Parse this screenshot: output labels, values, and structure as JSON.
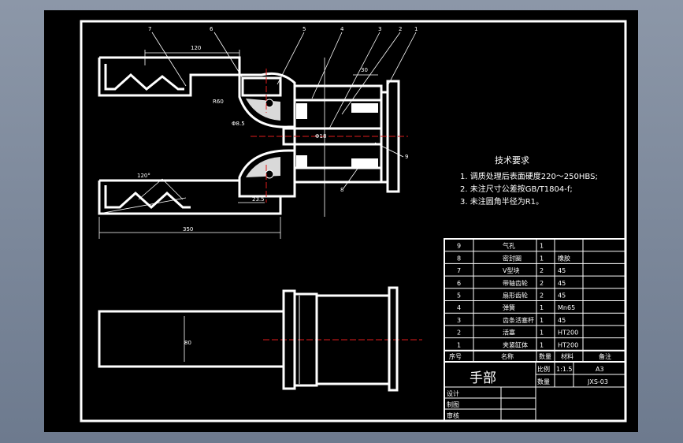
{
  "tech_requirements": {
    "title": "技术要求",
    "lines": [
      "1. 调质处理后表面硬度220～250HBS;",
      "2. 未注尺寸公差按GB/T1804-f;",
      "3. 未注圆角半径为R1。"
    ]
  },
  "leaders": [
    "7",
    "6",
    "5",
    "4",
    "3",
    "2",
    "1",
    "9",
    "8"
  ],
  "dimensions": {
    "top_width": "120",
    "top_small": "30",
    "radius": "R60",
    "hole": "Φ8.5",
    "shaft": "Φ18",
    "angle": "120°",
    "bottom_small": "23.5",
    "overall": "350",
    "body_dim": "80"
  },
  "parts_table": {
    "header": [
      "序号",
      "名称",
      "数量",
      "材料",
      "备注"
    ],
    "rows": [
      {
        "no": "9",
        "name": "气孔",
        "qty": "1",
        "mat": ""
      },
      {
        "no": "8",
        "name": "密封圈",
        "qty": "1",
        "mat": "橡胶"
      },
      {
        "no": "7",
        "name": "V型块",
        "qty": "2",
        "mat": "45"
      },
      {
        "no": "6",
        "name": "带轴齿轮",
        "qty": "2",
        "mat": "45"
      },
      {
        "no": "5",
        "name": "扇形齿轮",
        "qty": "2",
        "mat": "45"
      },
      {
        "no": "4",
        "name": "弹簧",
        "qty": "1",
        "mat": "Mn65"
      },
      {
        "no": "3",
        "name": "齿条活塞杆",
        "qty": "1",
        "mat": "45"
      },
      {
        "no": "2",
        "name": "活塞",
        "qty": "1",
        "mat": "HT200"
      },
      {
        "no": "1",
        "name": "夹紧缸体",
        "qty": "1",
        "mat": "HT200"
      }
    ]
  },
  "title_block": {
    "name": "手部",
    "scale_label": "比例",
    "scale": "1:1.5",
    "qty_label": "数量",
    "size": "A3",
    "drawing_no": "JXS-03",
    "design": "设计",
    "draw": "制图",
    "check": "审核"
  }
}
